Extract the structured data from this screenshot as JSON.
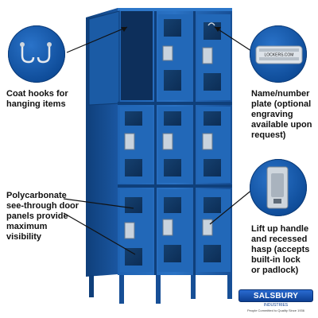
{
  "callouts": {
    "coat_hooks": "Coat hooks for\nhanging items",
    "name_plate": "Name/number\nplate (optional\nengraving\navailable upon\nrequest)",
    "door_panels": "Polycarbonate\nsee-through door\npanels provide\nmaximum\nvisibility",
    "handle": "Lift up handle\nand recessed\nhasp (accepts\nbuilt-in lock\nor padlock)"
  },
  "name_plate_text": "LOCKERS.COM",
  "brand": {
    "name": "SALSBURY",
    "subtitle": "INDUSTRIES",
    "tagline": "People Committed to Quality Since 1936"
  },
  "colors": {
    "locker_blue": "#1a5ca8",
    "locker_dark": "#0f3f7a",
    "accent": "#0d3f92"
  }
}
